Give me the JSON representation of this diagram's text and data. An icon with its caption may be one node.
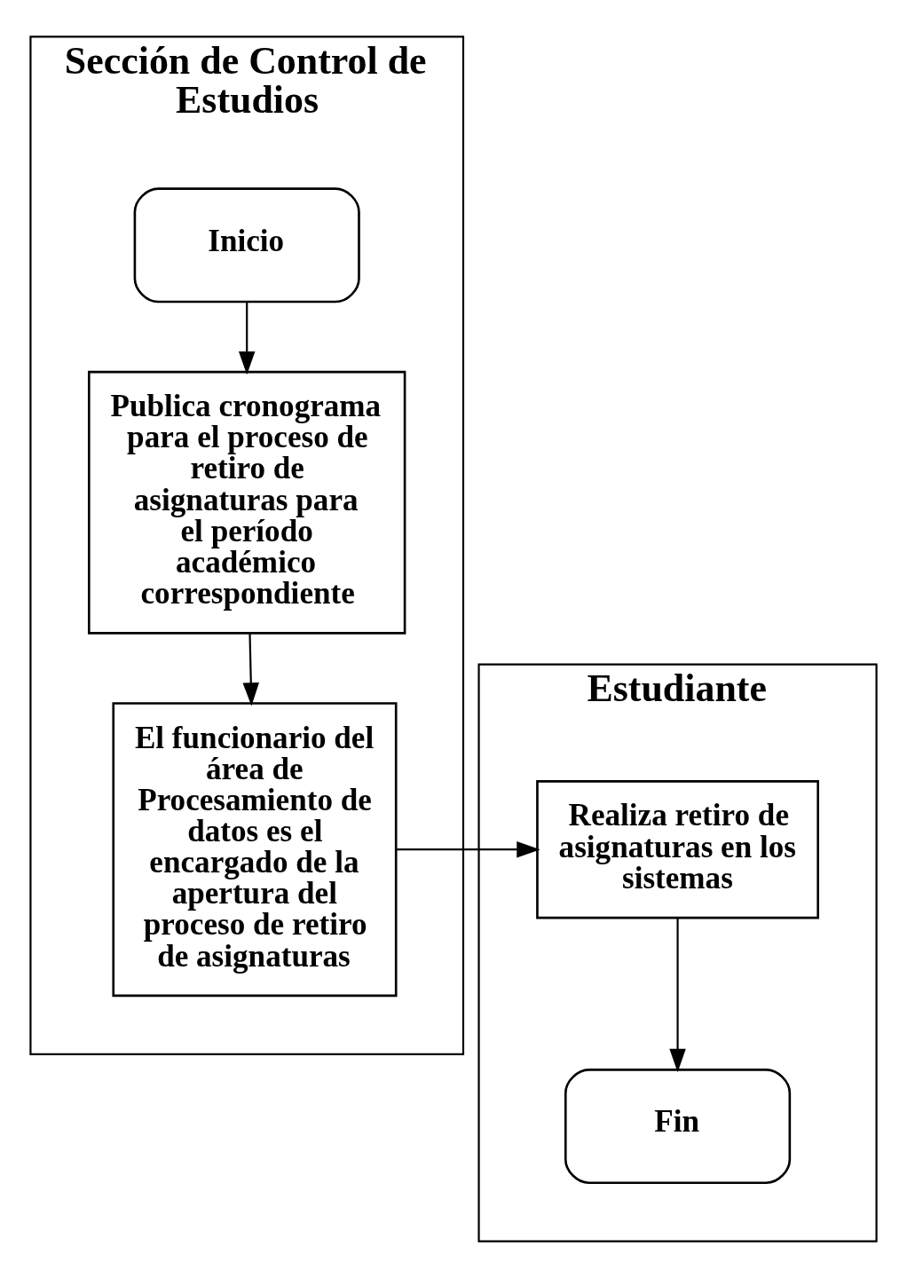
{
  "diagram": {
    "nodes": [
      {
        "text": [
          "Sección de Control de Estudios"
        ]
      },
      {
        "text": [
          "Estudiante"
        ]
      },
      {
        "text": [
          "Inicio"
        ],
        "in": 0
      },
      {
        "text": [
          "Publica cronograma para el proceso de retiro de asignaturas para el período académico correspondiente"
        ],
        "in": 0
      },
      {
        "text": [
          "El funcionario del área de Procesamiento de datos es el encargado de la apertura del proceso de retiro de asignaturas"
        ],
        "in": 0
      },
      {
        "text": [
          "Realiza retiro de asignaturas en los sistemas"
        ],
        "in": 1
      },
      {
        "text": [
          "Fin"
        ],
        "in": 1
      }
    ],
    "edges": [
      {
        "from": 2,
        "to": 3,
        "arrow": "to"
      },
      {
        "from": 3,
        "to": 4,
        "arrow": "to"
      },
      {
        "from": 4,
        "to": 5,
        "arrow": "to"
      },
      {
        "from": 5,
        "to": 6,
        "arrow": "to"
      }
    ]
  }
}
